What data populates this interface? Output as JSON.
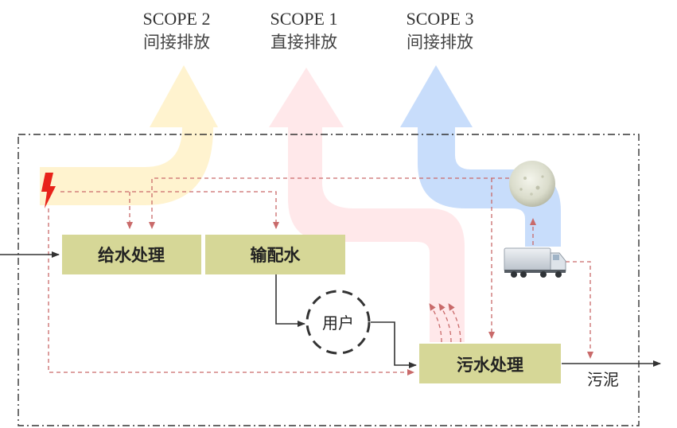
{
  "scopes": [
    {
      "title": "SCOPE 2",
      "subtitle": "间接排放",
      "color": "#FFF3CF"
    },
    {
      "title": "SCOPE 1",
      "subtitle": "直接排放",
      "color": "#FFE8EA"
    },
    {
      "title": "SCOPE 3",
      "subtitle": "间接排放",
      "color": "#C8DDFB"
    }
  ],
  "boxes": {
    "water_treatment": "给水处理",
    "distribution": "输配水",
    "users": "用户",
    "sewage_treatment": "污水处理"
  },
  "output_label": "污泥",
  "colors": {
    "box_fill": "#D6D797",
    "flow_line": "#333333",
    "energy_line": "#C96A6A",
    "boundary": "#333333",
    "lightning": "#E8231A"
  },
  "icons": [
    "lightning-icon",
    "chemical-powder-icon",
    "truck-icon"
  ]
}
